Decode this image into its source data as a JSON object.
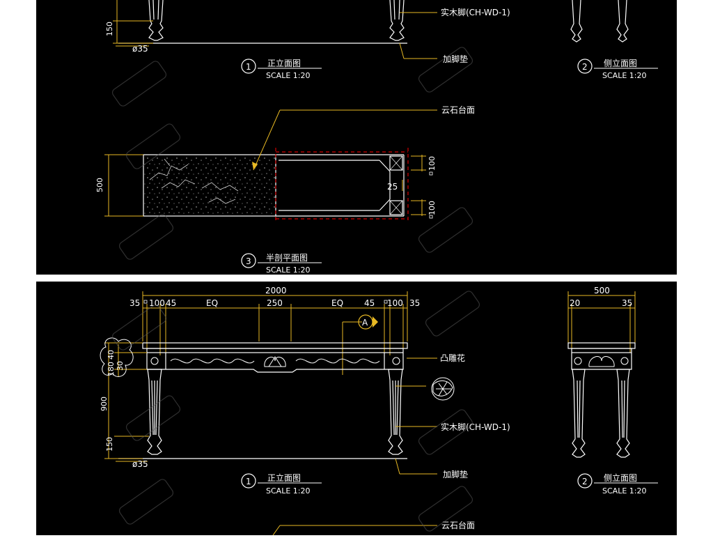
{
  "colors": {
    "background": "#ffffff",
    "panel": "#000000",
    "line": "#ffffff",
    "dimension": "#e8b923",
    "marble": "#cfcfcf",
    "section_cut": "#d40000"
  },
  "panel_top": {
    "labels": {
      "solid_leg": "实木脚(CH-WD-1)",
      "foot_pad": "加脚垫",
      "marble_top": "云石台面"
    },
    "dims": {
      "d150": "150",
      "dia35": "ø35",
      "d500": "500",
      "d100a": "100",
      "d25": "25",
      "d100b": "100"
    },
    "views": [
      {
        "number": "1",
        "title": "正立面图",
        "scale": "SCALE 1:20"
      },
      {
        "number": "2",
        "title": "侧立面图",
        "scale": "SCALE 1:20"
      },
      {
        "number": "3",
        "title": "半剖平面图",
        "scale": "SCALE 1:20"
      }
    ]
  },
  "panel_bottom": {
    "dims": {
      "total_width": "2000",
      "l35": "35",
      "l100": "100",
      "l45": "45",
      "eq1": "EQ",
      "center": "250",
      "eq2": "EQ",
      "r45": "45",
      "r100": "100",
      "r35": "35",
      "side_width": "500",
      "side20": "20",
      "side35": "35",
      "height": "900",
      "h180": "180",
      "h40": "40",
      "h30": "30",
      "h150": "150",
      "dia35": "ø35"
    },
    "section_marker": "A",
    "labels": {
      "carving": "凸雕花",
      "solid_leg": "实木脚(CH-WD-1)",
      "foot_pad": "加脚垫",
      "marble_top": "云石台面"
    },
    "views": [
      {
        "number": "1",
        "title": "正立面图",
        "scale": "SCALE 1:20"
      },
      {
        "number": "2",
        "title": "侧立面图",
        "scale": "SCALE 1:20"
      }
    ]
  }
}
